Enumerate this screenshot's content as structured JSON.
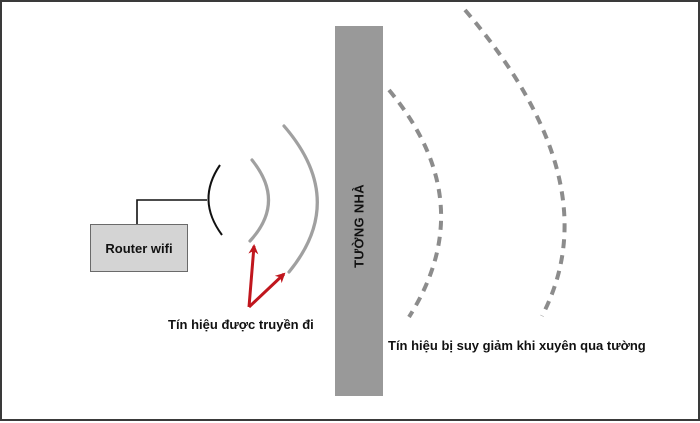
{
  "diagram": {
    "router": {
      "label": "Router wifi"
    },
    "wall": {
      "label": "TƯỜNG NHÀ",
      "color": "#999999"
    },
    "captions": {
      "signal_sent": "Tín hiệu được truyền đi",
      "signal_attenuated": "Tín hiệu bị suy giảm khi xuyên qua tường"
    },
    "colors": {
      "antenna": "#111111",
      "signal_waves": "#a0a0a0",
      "attenuated_waves": "#8c8c8c",
      "arrows": "#c0161d",
      "router_fill": "#d4d4d4"
    },
    "elements": {
      "signal_waves_before_wall": 2,
      "attenuated_waves_after_wall": 2,
      "pointer_arrows": 2
    }
  }
}
